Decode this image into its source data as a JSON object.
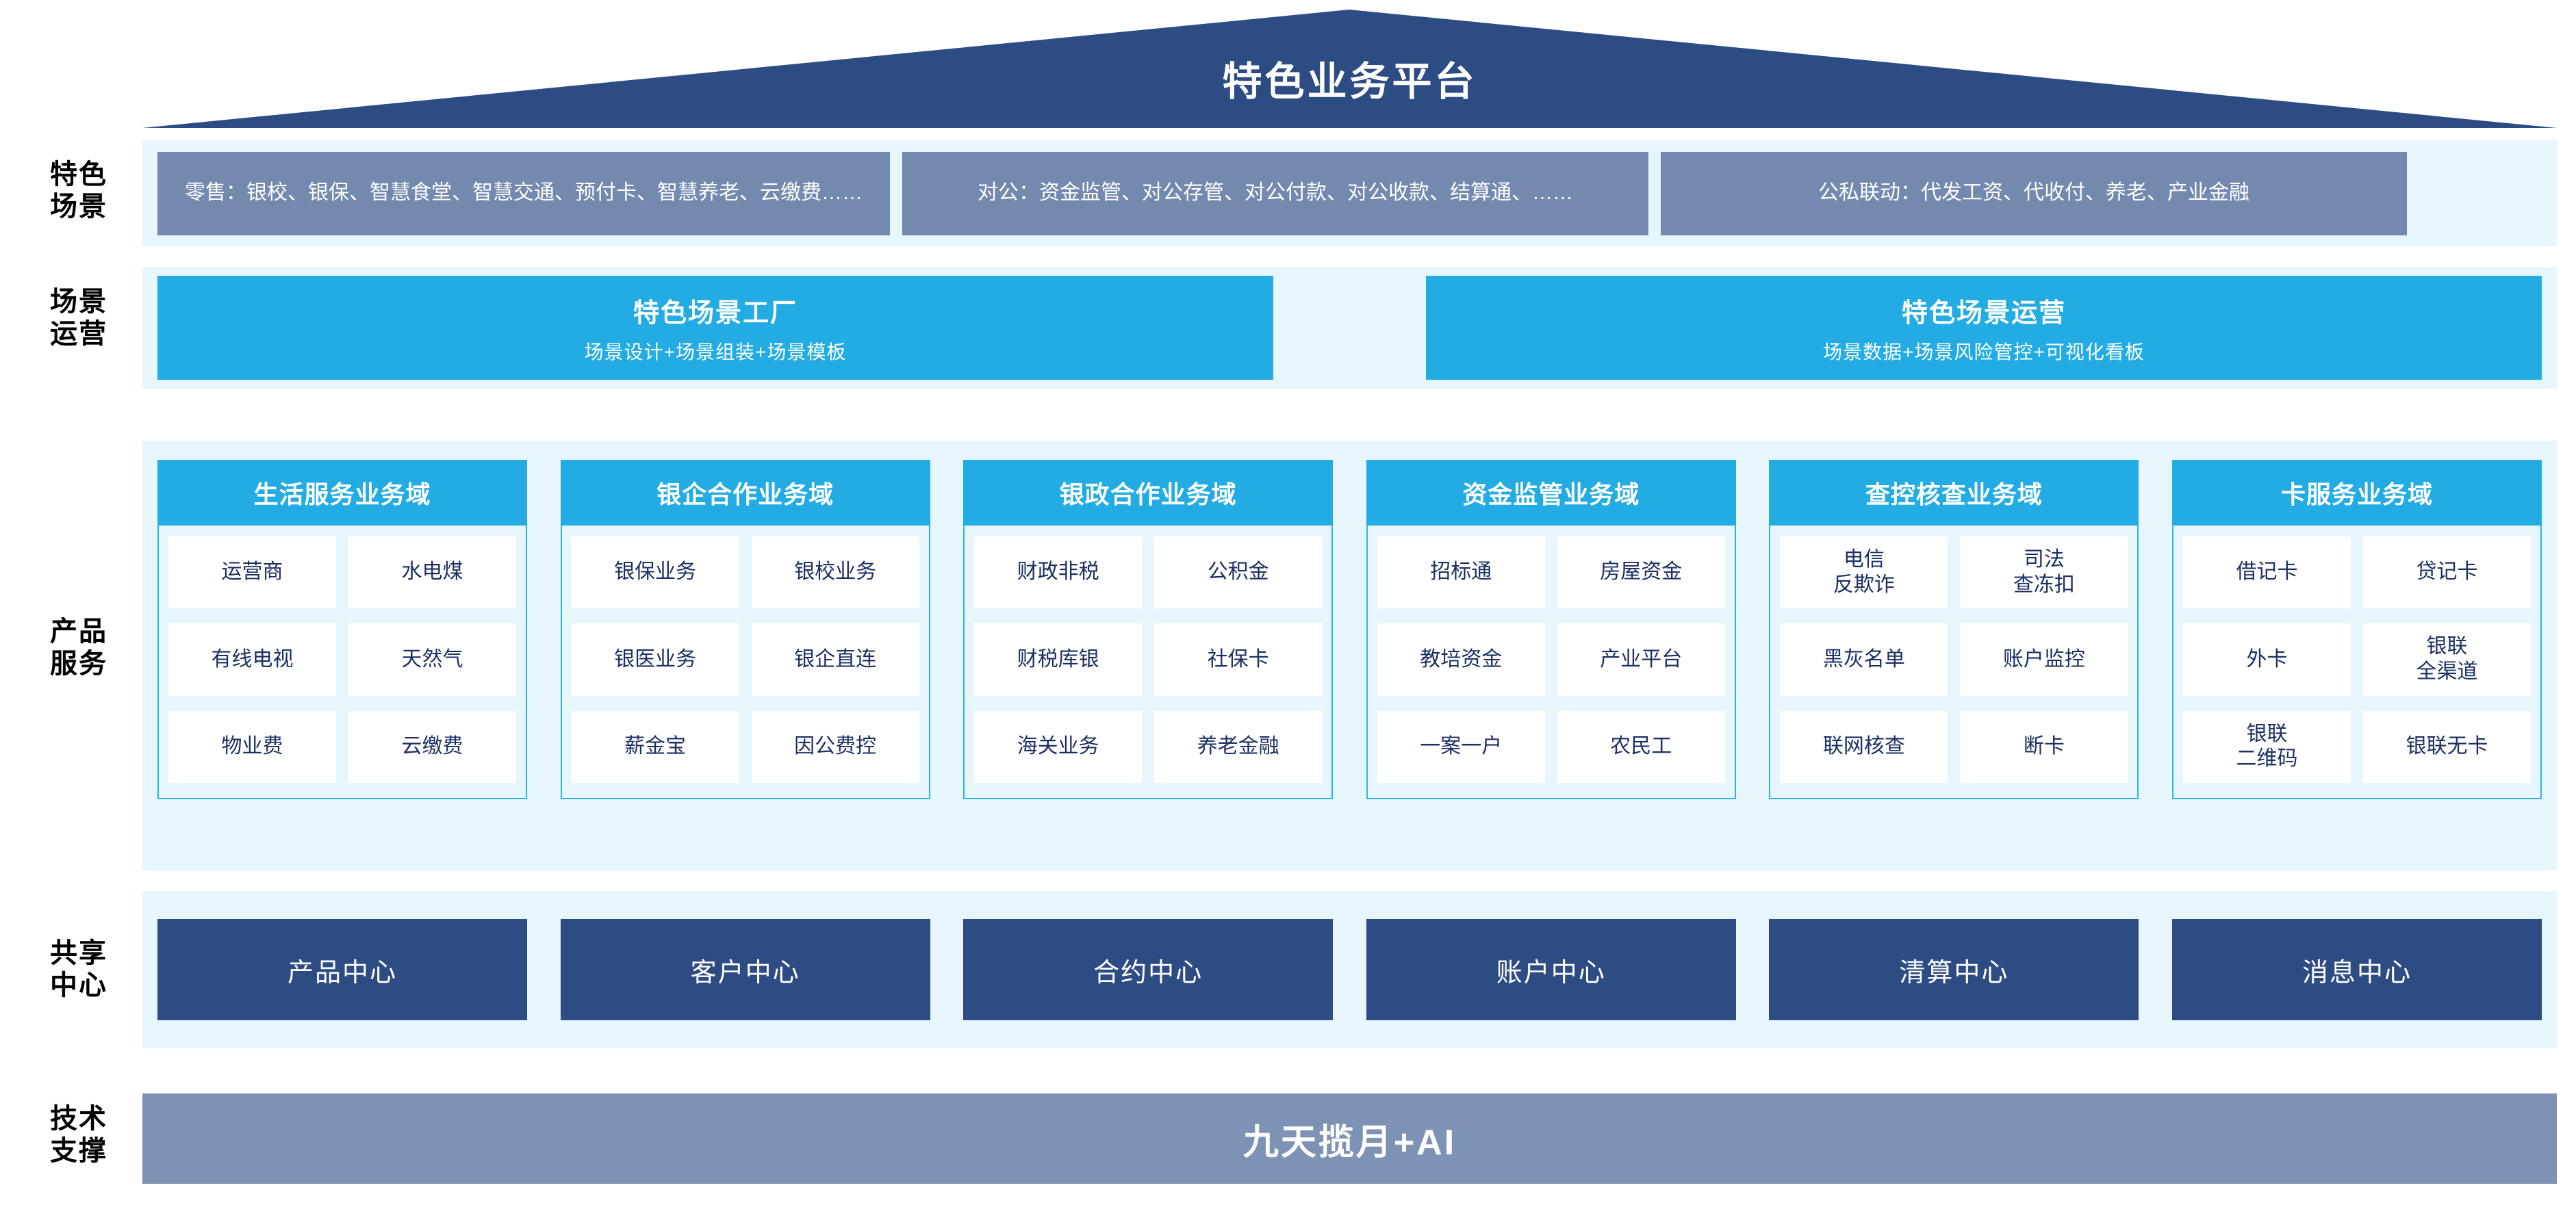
{
  "header": {
    "title": "特色业务平台",
    "roof_color": "#2E4C84"
  },
  "row_labels": {
    "scenarios": "特色\n场景",
    "operations": "场景\n运营",
    "products": "产品\n服务",
    "shared": "共享\n中心",
    "tech": "技术\n支撑"
  },
  "scenarios": {
    "items": [
      {
        "label": "零售：银校、银保、智慧食堂、智慧交通、预付卡、智慧养老、云缴费……"
      },
      {
        "label": "对公：资金监管、对公存管、对公付款、对公收款、结算通、……"
      },
      {
        "label": "公私联动：代发工资、代收付、养老、产业金融"
      }
    ],
    "box_color": "#7389AD"
  },
  "operations": {
    "items": [
      {
        "title": "特色场景工厂",
        "subtitle": "场景设计+场景组装+场景模板"
      },
      {
        "title": "特色场景运营",
        "subtitle": "场景数据+场景风险管控+可视化看板"
      }
    ],
    "box_color": "#22ACE3"
  },
  "products": {
    "accent_color": "#22ACE3",
    "columns": [
      {
        "title": "生活服务业务域",
        "cells": [
          [
            "运营商",
            "水电煤"
          ],
          [
            "有线电视",
            "天然气"
          ],
          [
            "物业费",
            "云缴费"
          ]
        ]
      },
      {
        "title": "银企合作业务域",
        "cells": [
          [
            "银保业务",
            "银校业务"
          ],
          [
            "银医业务",
            "银企直连"
          ],
          [
            "薪金宝",
            "因公费控"
          ]
        ]
      },
      {
        "title": "银政合作业务域",
        "cells": [
          [
            "财政非税",
            "公积金"
          ],
          [
            "财税库银",
            "社保卡"
          ],
          [
            "海关业务",
            "养老金融"
          ]
        ]
      },
      {
        "title": "资金监管业务域",
        "cells": [
          [
            "招标通",
            "房屋资金"
          ],
          [
            "教培资金",
            "产业平台"
          ],
          [
            "一案一户",
            "农民工"
          ]
        ]
      },
      {
        "title": "查控核查业务域",
        "cells": [
          [
            "电信\n反欺诈",
            "司法\n查冻扣"
          ],
          [
            "黑灰名单",
            "账户监控"
          ],
          [
            "联网核查",
            "断卡"
          ]
        ]
      },
      {
        "title": "卡服务业务域",
        "cells": [
          [
            "借记卡",
            "贷记卡"
          ],
          [
            "外卡",
            "银联\n全渠道"
          ],
          [
            "银联\n二维码",
            "银联无卡"
          ]
        ]
      }
    ]
  },
  "shared_centers": {
    "box_color": "#2E4C84",
    "items": [
      {
        "label": "产品中心"
      },
      {
        "label": "客户中心"
      },
      {
        "label": "合约中心"
      },
      {
        "label": "账户中心"
      },
      {
        "label": "清算中心"
      },
      {
        "label": "消息中心"
      }
    ]
  },
  "tech_support": {
    "label": "九天揽月+AI",
    "bar_color": "#7E92B5"
  }
}
